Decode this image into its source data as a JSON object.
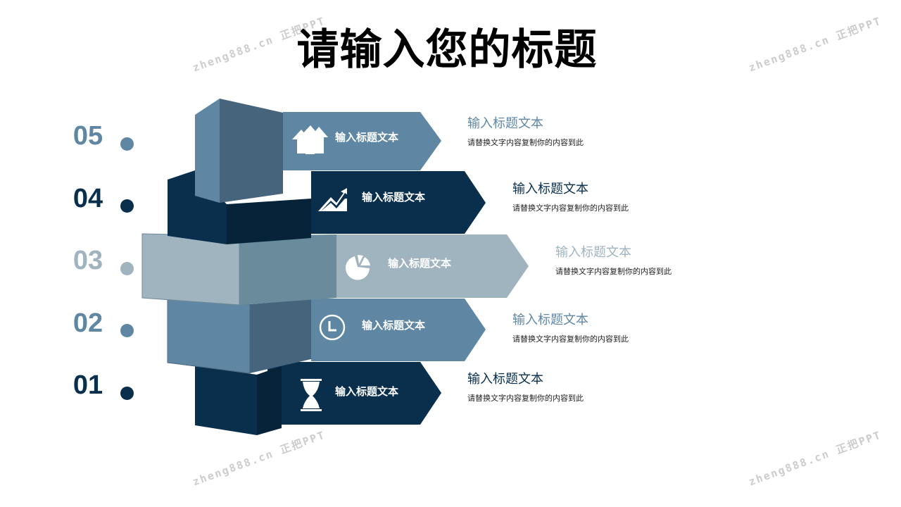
{
  "title": "请输入您的标题",
  "watermark": "zheng888.cn 正把PPT",
  "colors": {
    "medium": "#5f87a4",
    "dark": "#0a2f4d",
    "light": "#a0b4bf"
  },
  "steps": [
    {
      "number": "05",
      "arrow_label": "输入标题文本",
      "icon": "arrows-up-icon",
      "title": "输入标题文本",
      "desc": "请替换文字内容复制你的内容到此"
    },
    {
      "number": "04",
      "arrow_label": "输入标题文本",
      "icon": "trend-chart-icon",
      "title": "输入标题文本",
      "desc": "请替换文字内容复制你的内容到此"
    },
    {
      "number": "03",
      "arrow_label": "输入标题文本",
      "icon": "pie-chart-icon",
      "title": "输入标题文本",
      "desc": "请替换文字内容复制你的内容到此"
    },
    {
      "number": "02",
      "arrow_label": "输入标题文本",
      "icon": "clock-icon",
      "title": "输入标题文本",
      "desc": "请替换文字内容复制你的内容到此"
    },
    {
      "number": "01",
      "arrow_label": "输入标题文本",
      "icon": "hourglass-icon",
      "title": "输入标题文本",
      "desc": "请替换文字内容复制你的内容到此"
    }
  ]
}
